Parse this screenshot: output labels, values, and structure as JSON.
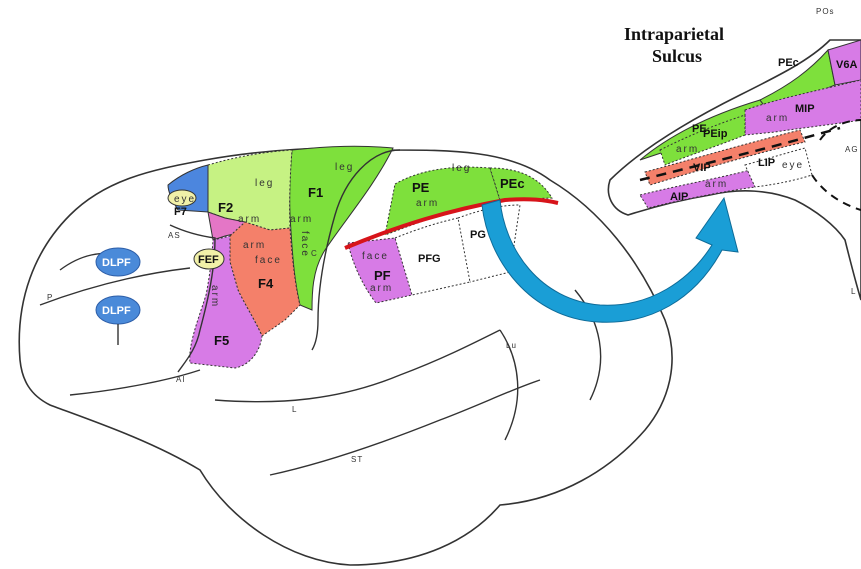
{
  "title": [
    "Intraparietal",
    "Sulcus"
  ],
  "colors": {
    "green": "#7ee03c",
    "lightGreen": "#c6f283",
    "salmon": "#f4806a",
    "magenta": "#d77be6",
    "yellow": "#f1f0a8",
    "pink": "#e476c6",
    "blue": "#4c86de",
    "ovalBlue": "#4a8ad9",
    "red": "#d7141a",
    "arrowBlue": "#1a9ed6"
  },
  "main": {
    "regions": {
      "F1": "F1",
      "F2": "F2",
      "F4": "F4",
      "F5": "F5",
      "F7": "F7",
      "PE": "PE",
      "PEc": "PEc",
      "PF": "PF",
      "PFG": "PFG",
      "PG": "PG",
      "FEF": "FEF",
      "DLPF1": "DLPF",
      "DLPF2": "DLPF"
    },
    "somato": {
      "leg1": "leg",
      "leg2": "leg",
      "leg3": "leg",
      "arm_F2": "arm",
      "arm_F1": "arm",
      "arm_F4": "arm",
      "arm_F5": "arm",
      "arm_PE": "arm",
      "arm_PF": "arm",
      "face_F1": "face",
      "face_F4": "face",
      "face_PF": "face",
      "eye_F7": "eye"
    },
    "sulci": {
      "AS": "AS",
      "C": "C",
      "P": "P",
      "AI": "AI",
      "L": "L",
      "ST": "ST",
      "Lu": "Lu"
    }
  },
  "inset": {
    "regions": {
      "PE": "PE",
      "PEc": "PEc",
      "V6A": "V6A",
      "MIP": "MIP",
      "PEip": "PEip",
      "VIP": "VIP",
      "LIP": "LIP",
      "AIP": "AIP"
    },
    "somato": {
      "arm_MIP": "arm",
      "arm_PEip": "arm",
      "arm_AIP": "arm",
      "eye_LIP": "eye"
    },
    "sulci": {
      "POs": "POs",
      "AG": "AG",
      "L": "L"
    }
  }
}
